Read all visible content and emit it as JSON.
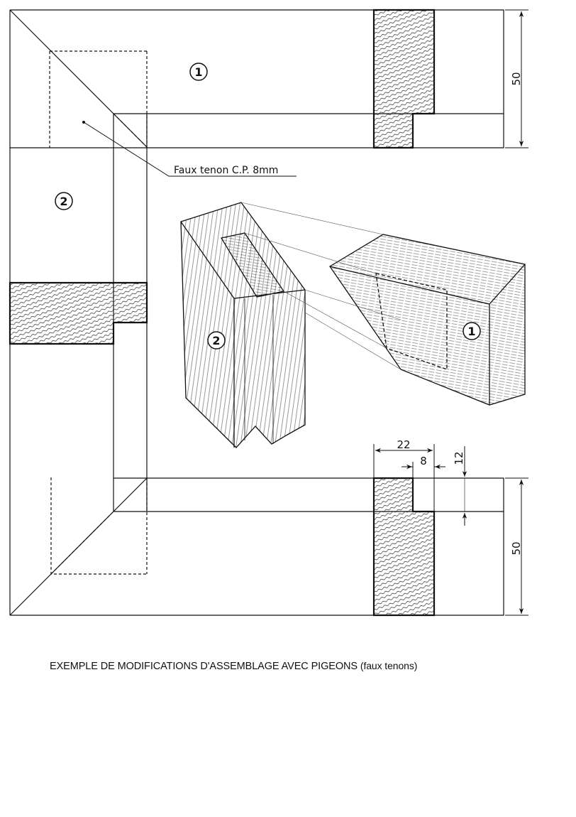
{
  "drawing": {
    "labels": {
      "part_1": "1",
      "part_2": "2",
      "callout": "Faux tenon C.P. 8mm"
    },
    "dimensions": {
      "top_height": "50",
      "bottom_height": "50",
      "width_22": "22",
      "tenon_8": "8",
      "depth_12": "12"
    }
  },
  "caption": {
    "main": "EXEMPLE DE MODIFICATIONS D'ASSEMBLAGE AVEC PIGEONS",
    "sub": "(faux tenons)"
  }
}
